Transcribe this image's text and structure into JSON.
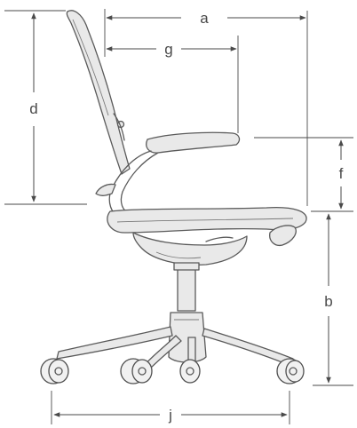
{
  "diagram": {
    "labels": {
      "a": "a",
      "g": "g",
      "d": "d",
      "f": "f",
      "b": "b",
      "j": "j"
    },
    "colors": {
      "line": "#4a4a4a",
      "chair_outline": "#5a5a5a",
      "background": "#ffffff"
    }
  }
}
